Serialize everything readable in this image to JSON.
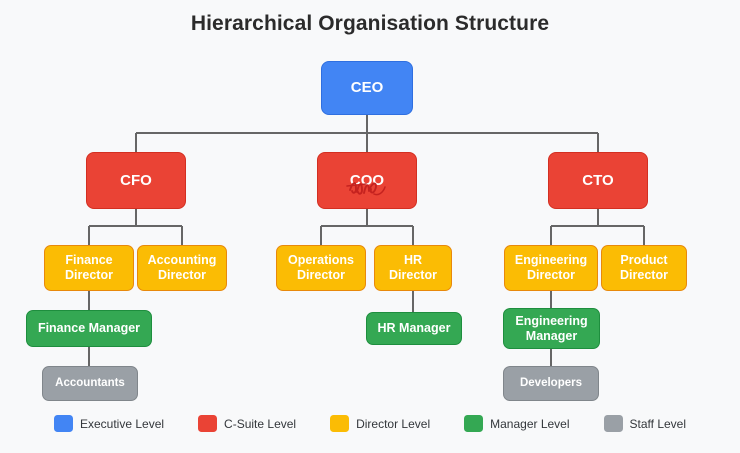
{
  "chart": {
    "title": "Hierarchical Organisation Structure",
    "type": "org-chart",
    "background_color": "#f8f9fa",
    "connector_color": "#666666"
  },
  "nodes": {
    "ceo": {
      "label": "CEO",
      "level": "Executive Level",
      "color": "#4285f4"
    },
    "cfo": {
      "label": "CFO",
      "level": "C-Suite Level",
      "color": "#ea4335"
    },
    "coo": {
      "label": "COO",
      "level": "C-Suite Level",
      "color": "#ea4335"
    },
    "cto": {
      "label": "CTO",
      "level": "C-Suite Level",
      "color": "#ea4335"
    },
    "finance_director": {
      "label": "Finance\nDirector",
      "level": "Director Level",
      "color": "#fbbc04"
    },
    "accounting_director": {
      "label": "Accounting\nDirector",
      "level": "Director Level",
      "color": "#fbbc04"
    },
    "operations_director": {
      "label": "Operations\nDirector",
      "level": "Director Level",
      "color": "#fbbc04"
    },
    "hr_director": {
      "label": "HR\nDirector",
      "level": "Director Level",
      "color": "#fbbc04"
    },
    "engineering_director": {
      "label": "Engineering\nDirector",
      "level": "Director Level",
      "color": "#fbbc04"
    },
    "product_director": {
      "label": "Product\nDirector",
      "level": "Director Level",
      "color": "#fbbc04"
    },
    "finance_manager": {
      "label": "Finance Manager",
      "level": "Manager Level",
      "color": "#34a853"
    },
    "hr_manager": {
      "label": "HR Manager",
      "level": "Manager Level",
      "color": "#34a853"
    },
    "engineering_manager": {
      "label": "Engineering\nManager",
      "level": "Manager Level",
      "color": "#34a853"
    },
    "accountants": {
      "label": "Accountants",
      "level": "Staff Level",
      "color": "#9aa0a6"
    },
    "developers": {
      "label": "Developers",
      "level": "Staff Level",
      "color": "#9aa0a6"
    }
  },
  "annotation": {
    "on_node": "coo",
    "description": "handwritten red scribble mark over the COO node",
    "color": "#c5221f"
  },
  "legend": {
    "items": [
      {
        "label": "Executive Level",
        "color": "#4285f4"
      },
      {
        "label": "C-Suite Level",
        "color": "#ea4335"
      },
      {
        "label": "Director Level",
        "color": "#fbbc04"
      },
      {
        "label": "Manager Level",
        "color": "#34a853"
      },
      {
        "label": "Staff Level",
        "color": "#9aa0a6"
      }
    ]
  }
}
